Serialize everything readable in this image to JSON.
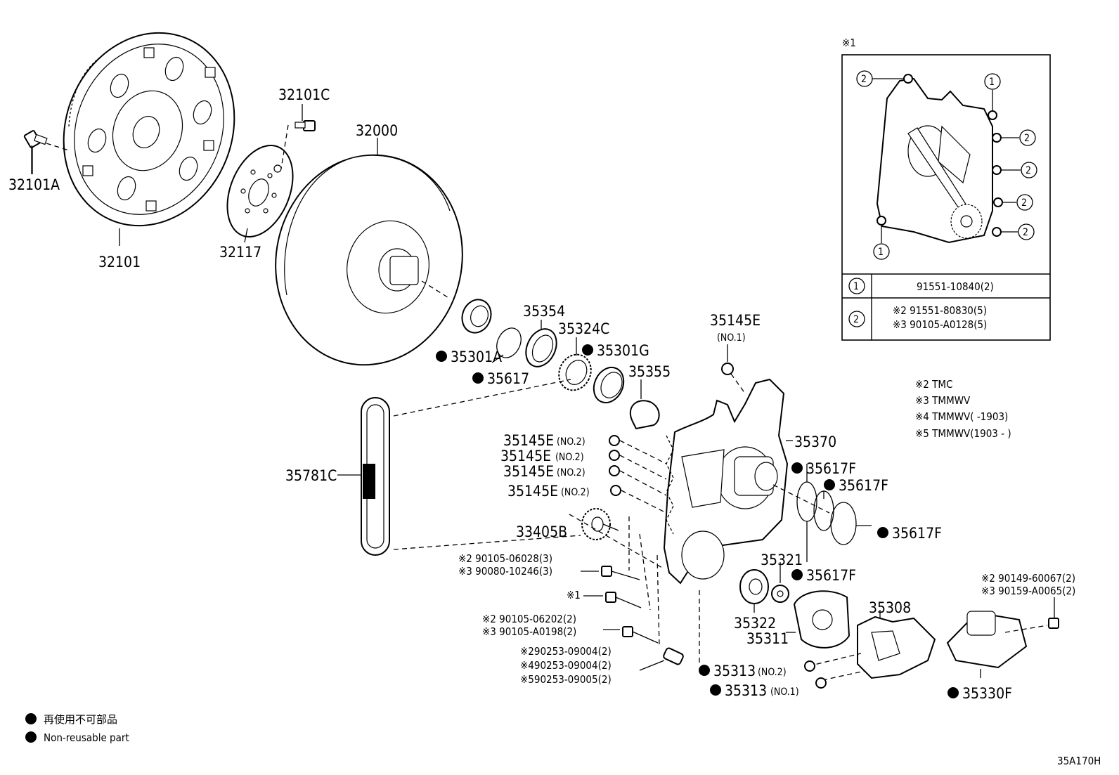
{
  "labels": {
    "p32101A": "32101A",
    "p32101": "32101",
    "p32101C": "32101C",
    "p32117": "32117",
    "p32000": "32000",
    "p35301A": "35301A",
    "p35617": "35617",
    "p35354": "35354",
    "p35324C": "35324C",
    "p35301G": "35301G",
    "p35355": "35355",
    "p35145E_no1": "35145E",
    "no1_a": "(NO.1)",
    "p35145E_a": "35145E",
    "p35145E_b": "35145E",
    "p35145E_c": "35145E",
    "p35145E_d": "35145E",
    "no2_a": "(NO.2)",
    "no2_b": "(NO.2)",
    "no2_c": "(NO.2)",
    "no2_d": "(NO.2)",
    "p35781C": "35781C",
    "p33405B": "33405B",
    "p35370": "35370",
    "p35617F_a": "35617F",
    "p35617F_b": "35617F",
    "p35617F_c": "35617F",
    "p35617F_d": "35617F",
    "p35321": "35321",
    "p35322": "35322",
    "p35311": "35311",
    "p35308": "35308",
    "p35313_no2": "35313",
    "no2_e": "(NO.2)",
    "p35313_no1": "35313",
    "no1_b": "(NO.1)",
    "p35330F": "35330F",
    "bolt1_a": "※2 90105-06028(3)",
    "bolt1_b": "※3 90080-10246(3)",
    "bolt2": "※1",
    "bolt3_a": "※2 90105-06202(2)",
    "bolt3_b": "※3 90105-A0198(2)",
    "pin_a": "※290253-09004(2)",
    "pin_b": "※490253-09004(2)",
    "pin_c": "※590253-09005(2)",
    "bolt4_a": "※2 90149-60067(2)",
    "bolt4_b": "※3 90159-A0065(2)"
  },
  "inset": {
    "title": "※1",
    "circle1": "1",
    "circle2": "2",
    "row1_part": "91551-10840(2)",
    "row2_part_a": "※2 91551-80830(5)",
    "row2_part_b": "※3 90105-A0128(5)"
  },
  "notes": {
    "n2": "※2 TMC",
    "n3": "※3 TMMWV",
    "n4": "※4 TMMWV(         -1903)",
    "n5": "※5 TMMWV(1903  -        )"
  },
  "legend": {
    "jp": "再使用不可部品",
    "en": "Non-reusable part"
  },
  "diagram_id": "35A170H"
}
